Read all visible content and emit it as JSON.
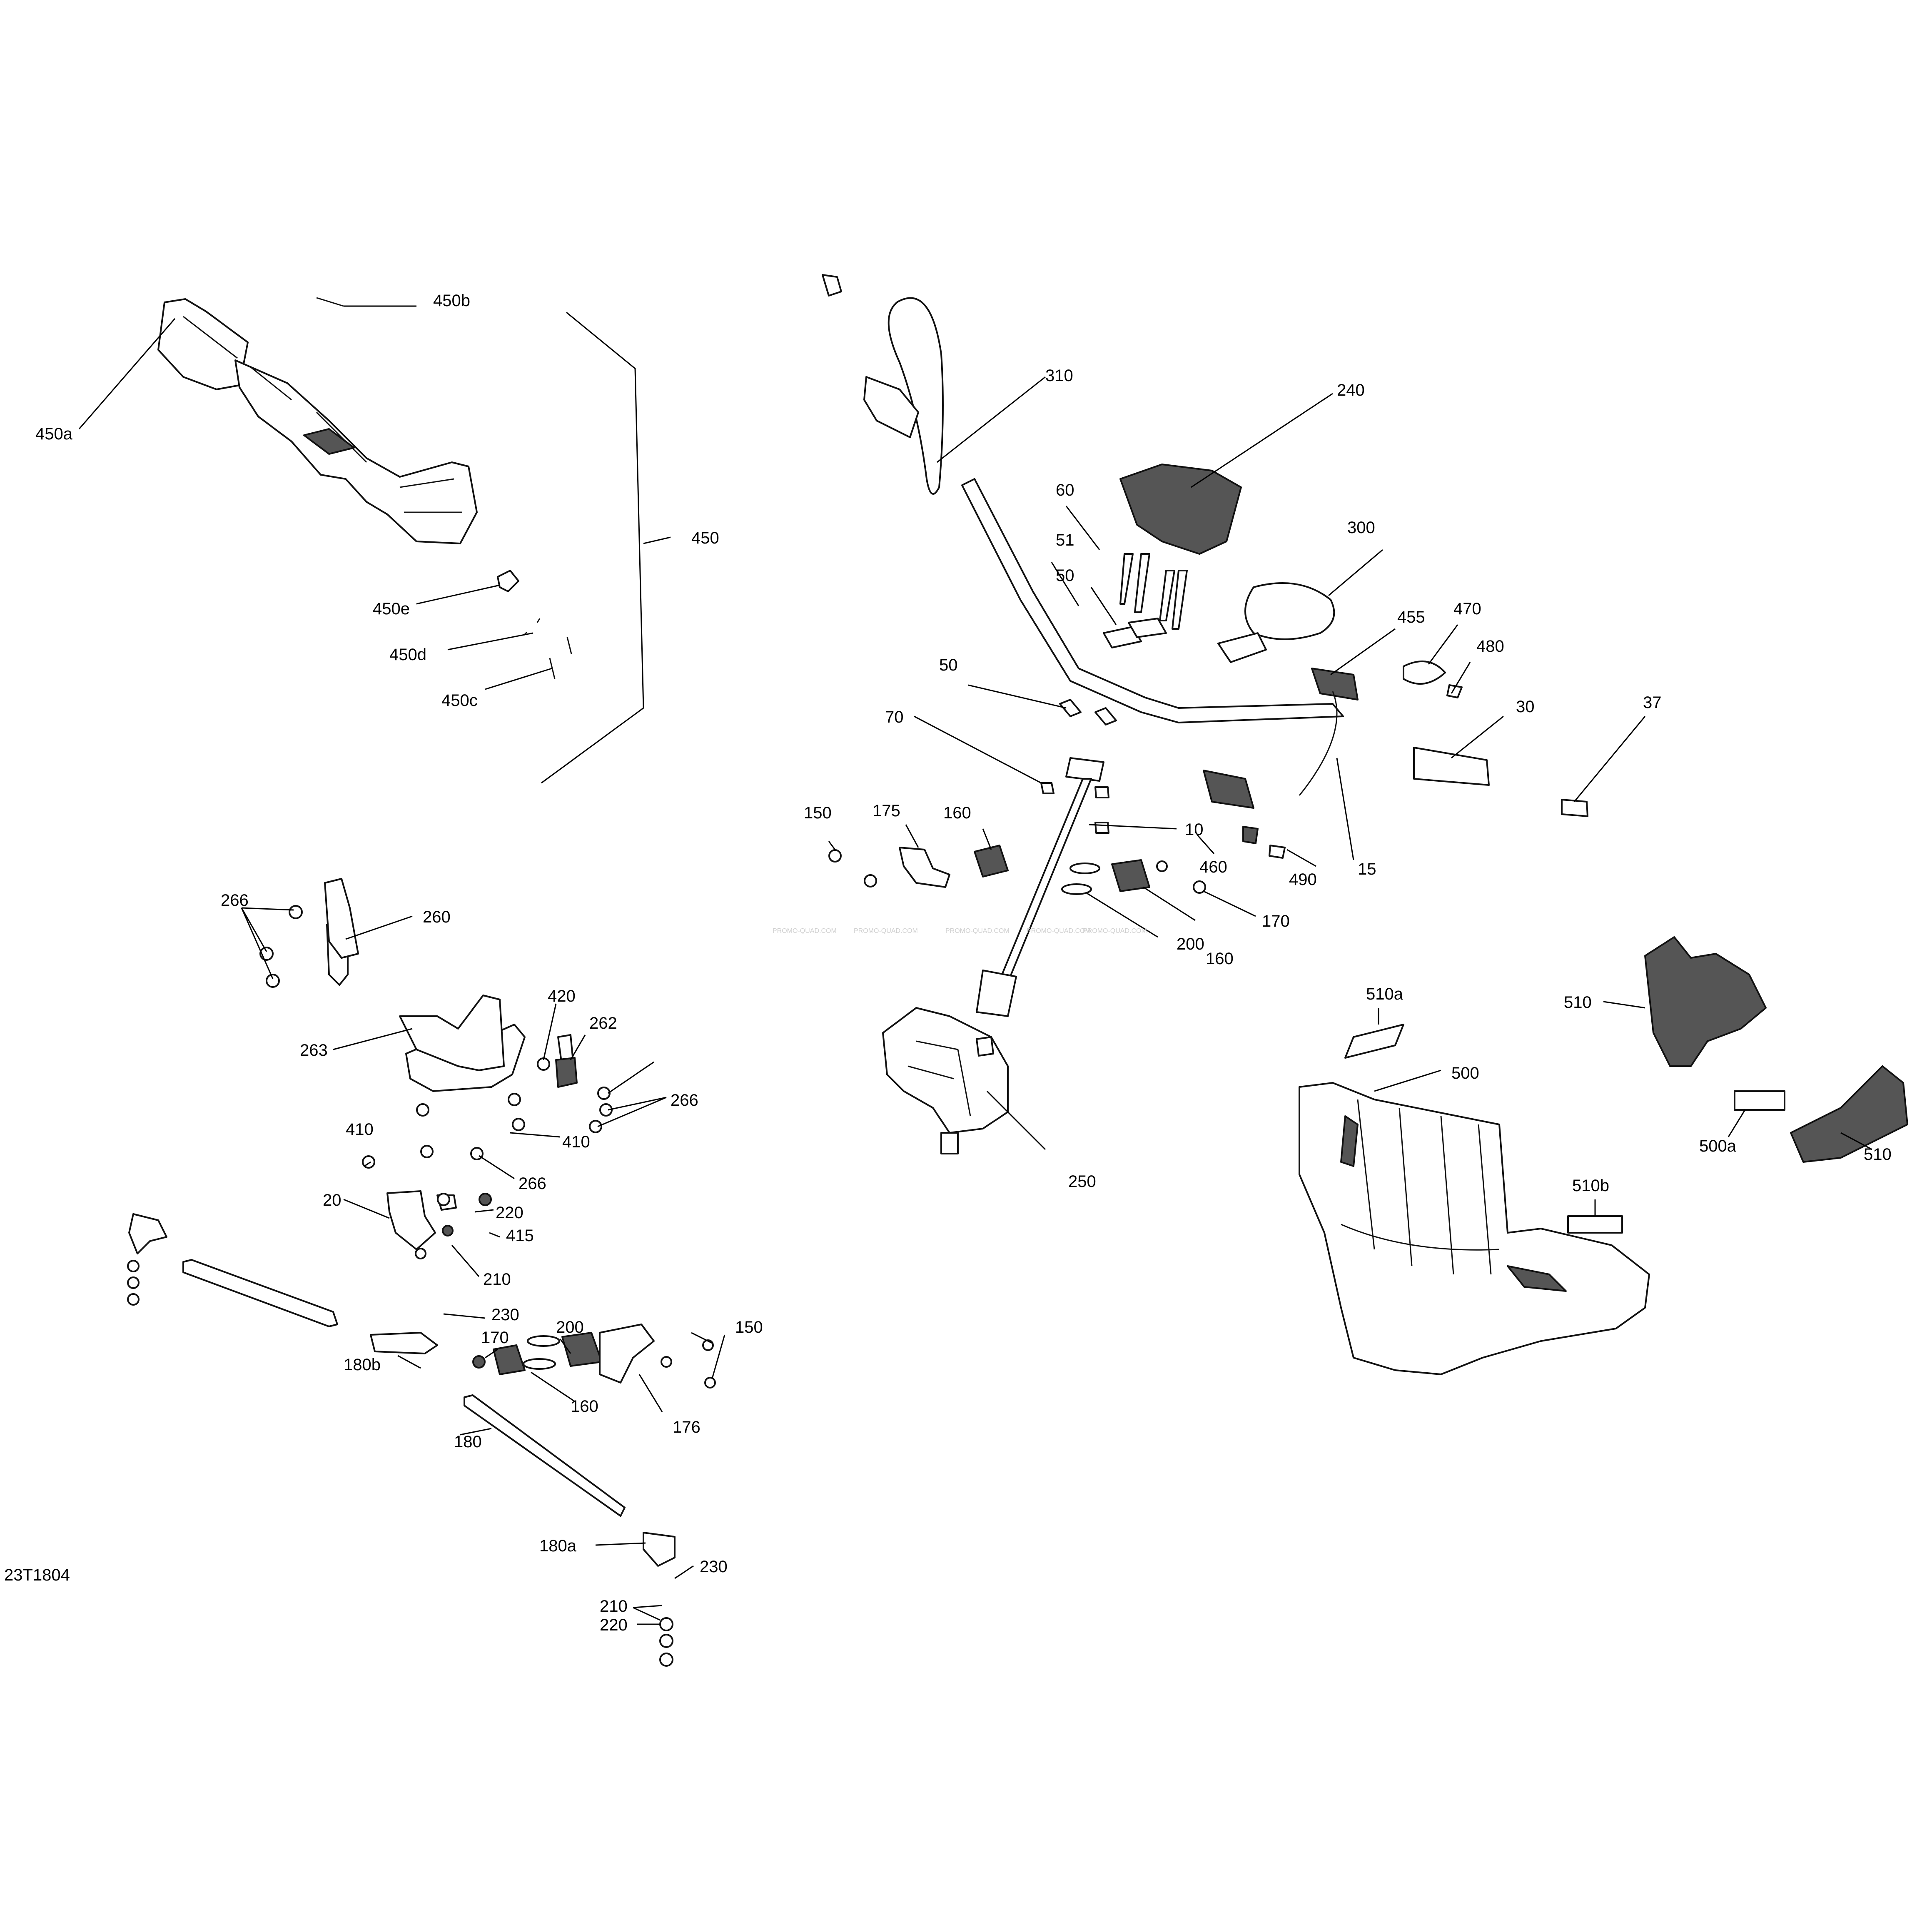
{
  "diagram": {
    "reference_code": "23T1804",
    "watermark": "PROMO-QUAD.COM",
    "labels": {
      "l450b": "450b",
      "l450a": "450a",
      "l450": "450",
      "l450e": "450e",
      "l450d": "450d",
      "l450c": "450c",
      "l310": "310",
      "l240": "240",
      "l60": "60",
      "l51": "51",
      "l50a": "50",
      "l300": "300",
      "l455": "455",
      "l470": "470",
      "l480": "480",
      "l30": "30",
      "l37": "37",
      "l50b": "50",
      "l70": "70",
      "l150a": "150",
      "l175": "175",
      "l160a": "160",
      "l10": "10",
      "l460": "460",
      "l490": "490",
      "l15": "15",
      "l170a": "170",
      "l160b": "160",
      "l200a": "200",
      "l250": "250",
      "l510a": "510a",
      "l510_1": "510",
      "l500": "500",
      "l500a": "500a",
      "l510_2": "510",
      "l510b": "510b",
      "l266a": "266",
      "l260": "260",
      "l263": "263",
      "l420": "420",
      "l262": "262",
      "l266b": "266",
      "l410a": "410",
      "l266c": "266",
      "l410b": "410",
      "l20": "20",
      "l220a": "220",
      "l415": "415",
      "l210a": "210",
      "l230a": "230",
      "l200b": "200",
      "l170b": "170",
      "l150b": "150",
      "l180b": "180b",
      "l160c": "160",
      "l176": "176",
      "l180": "180",
      "l180a": "180a",
      "l230b": "230",
      "l210b": "210",
      "l220b": "220"
    }
  }
}
